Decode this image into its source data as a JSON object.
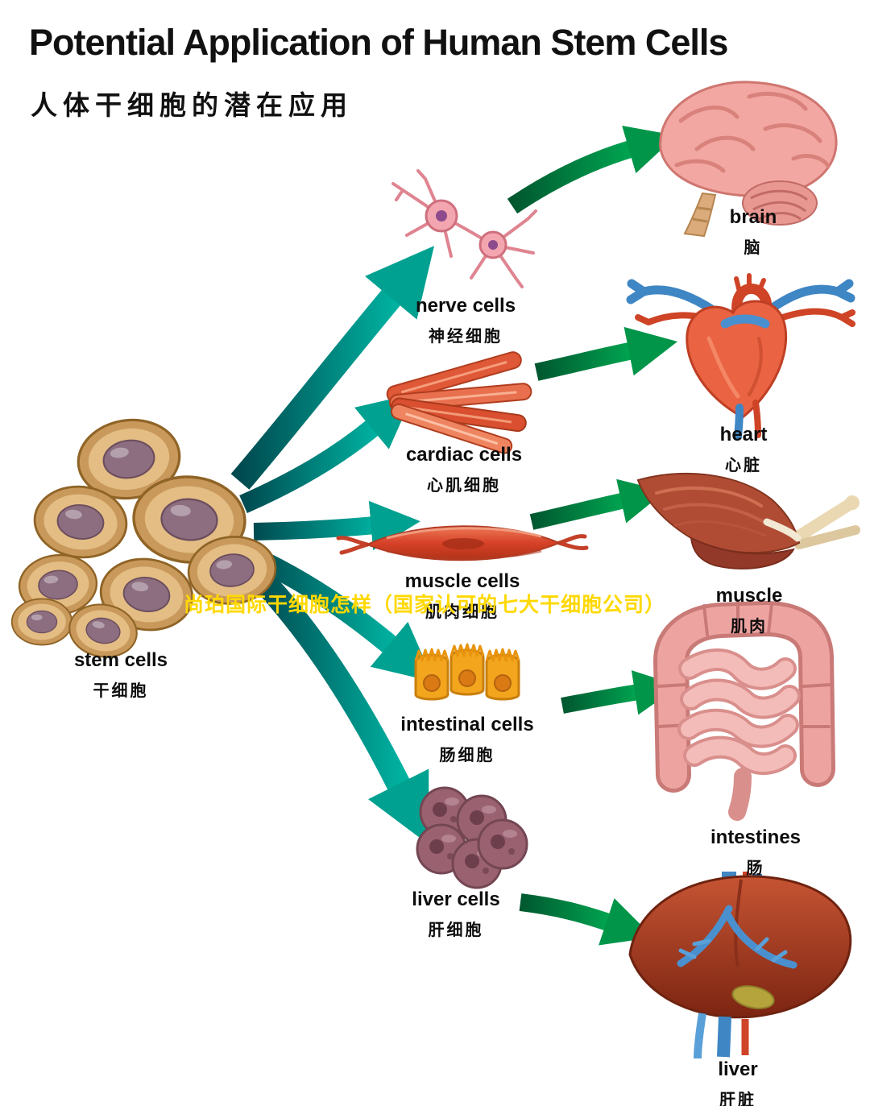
{
  "title": "Potential Application of Human Stem Cells",
  "subtitle": "人体干细胞的潜在应用",
  "watermark": "尚珀国际干细胞怎样（国家认可的七大干细胞公司）",
  "stem": {
    "en": "stem cells",
    "zh": "干细胞"
  },
  "cells": {
    "nerve": {
      "en": "nerve cells",
      "zh": "神经细胞"
    },
    "cardiac": {
      "en": "cardiac cells",
      "zh": "心肌细胞"
    },
    "muscle": {
      "en": "muscle cells",
      "zh": "肌肉细胞"
    },
    "intestinal": {
      "en": "intestinal cells",
      "zh": "肠细胞"
    },
    "liver": {
      "en": "liver cells",
      "zh": "肝细胞"
    }
  },
  "organs": {
    "brain": {
      "en": "brain",
      "zh": "脑"
    },
    "heart": {
      "en": "heart",
      "zh": "心脏"
    },
    "muscle": {
      "en": "muscle",
      "zh": "肌肉"
    },
    "intestines": {
      "en": "intestines",
      "zh": "肠"
    },
    "liver": {
      "en": "liver",
      "zh": "肝脏"
    }
  },
  "colors": {
    "arrow_teal_dark": "#004a50",
    "arrow_teal_light": "#00b1a0",
    "arrow_teal_head": "#00a190",
    "arrow_green_dark": "#00572f",
    "arrow_green_light": "#00a651",
    "arrow_green_head": "#009549",
    "watermark": "#ffd800",
    "title_text": "#111111"
  }
}
